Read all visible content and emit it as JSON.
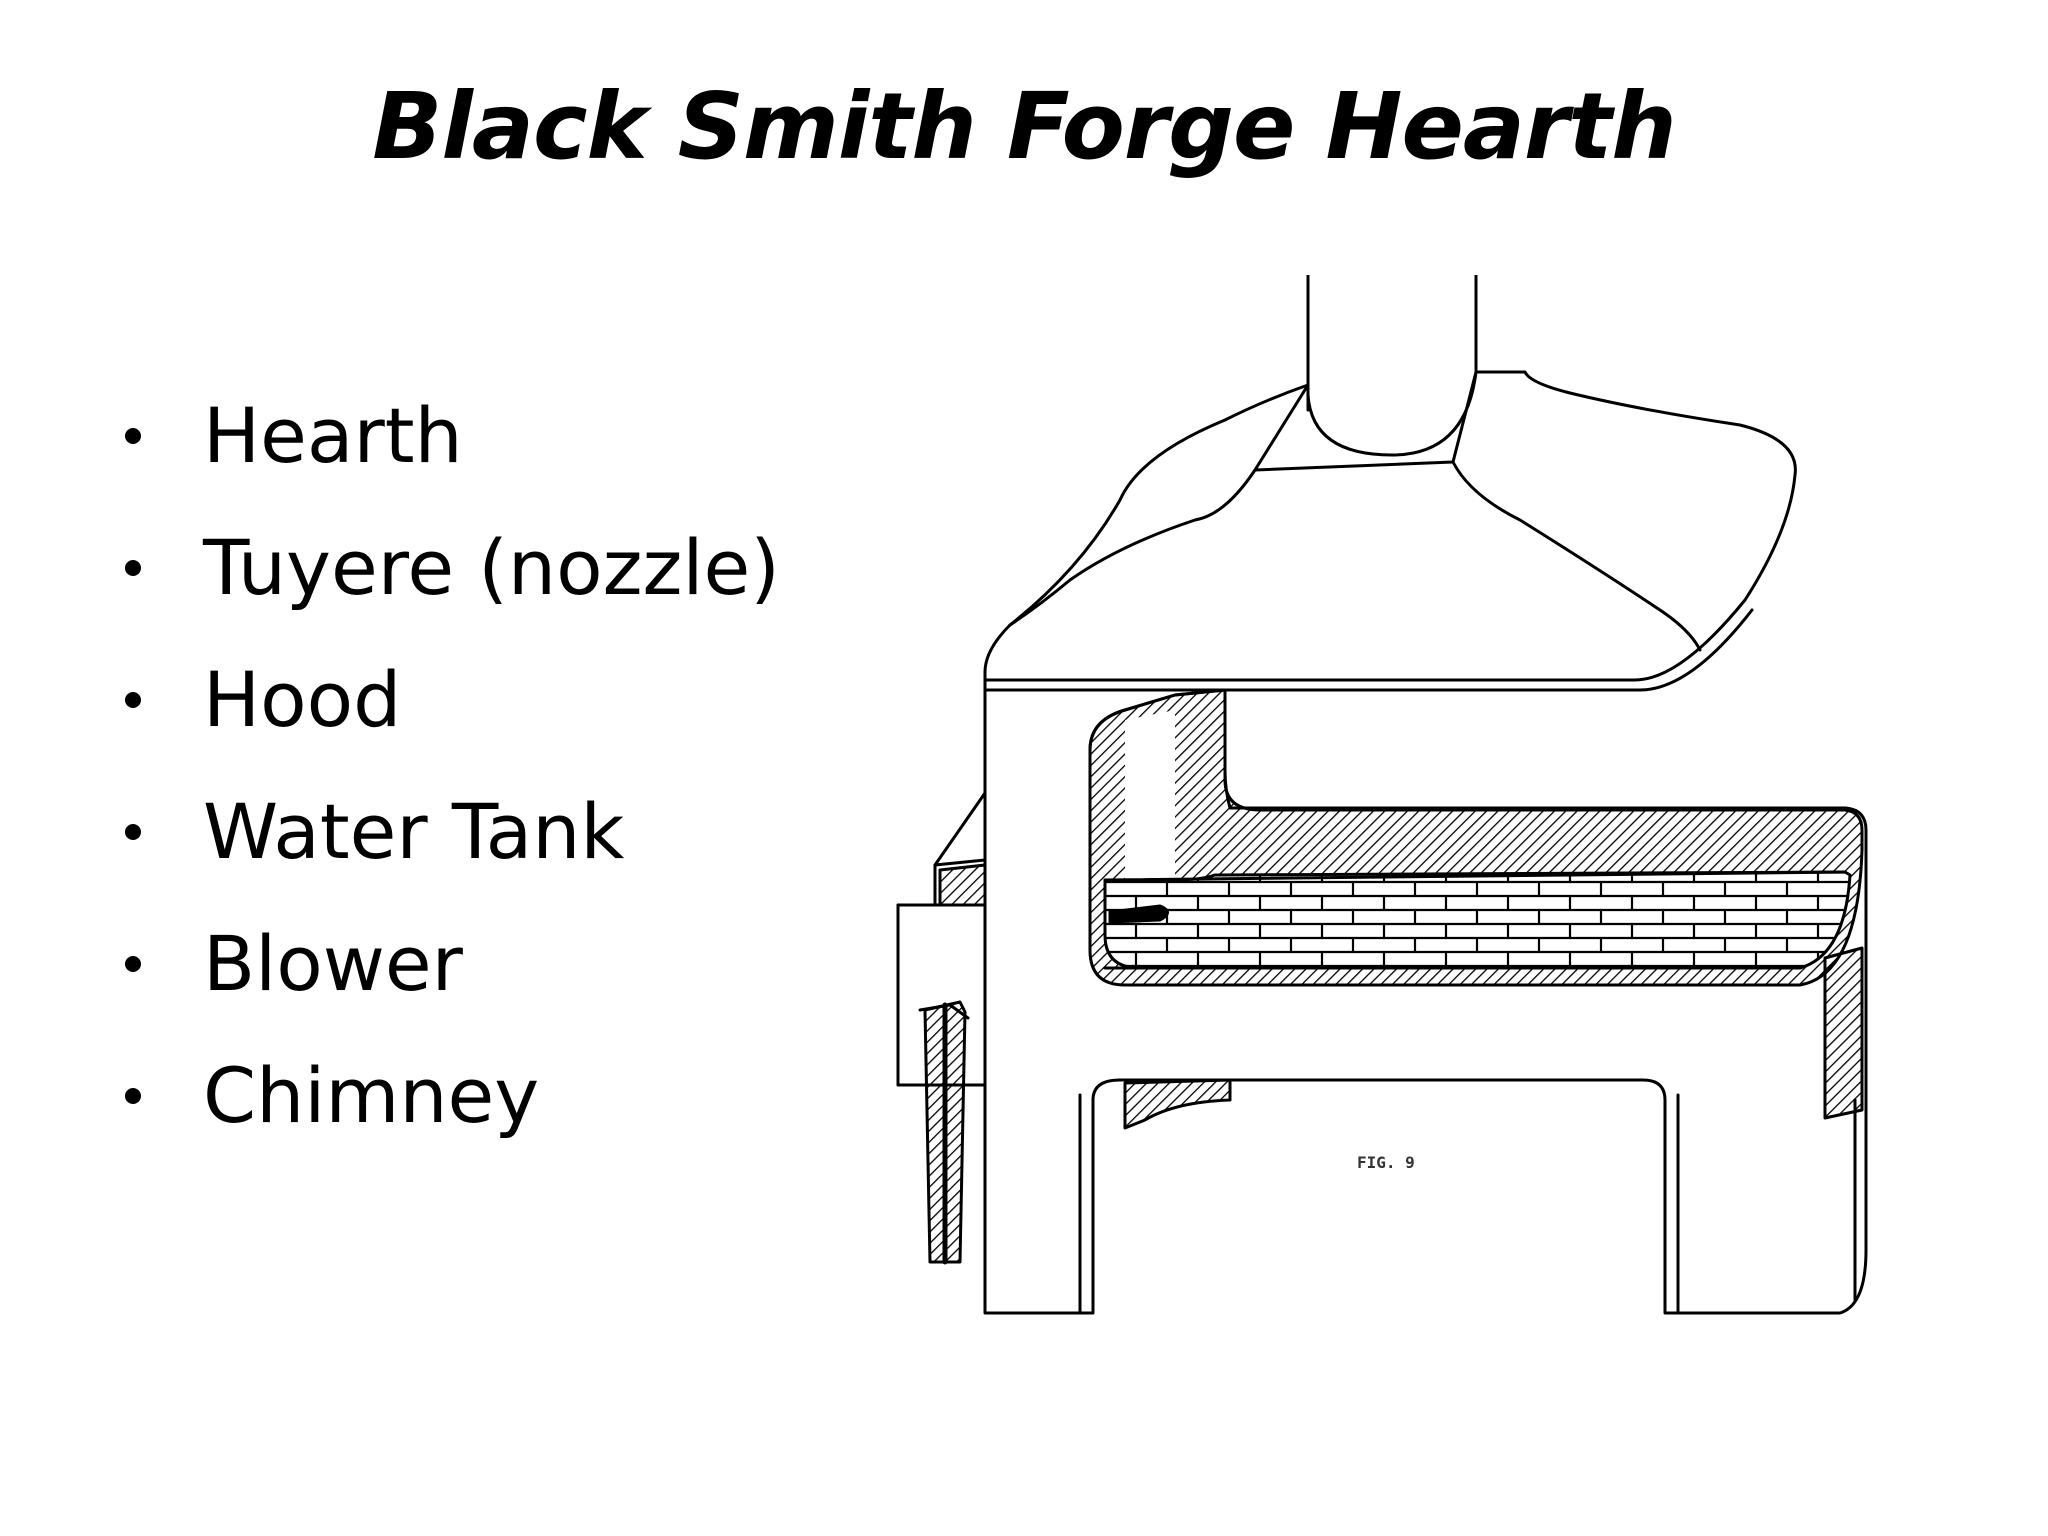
{
  "slide": {
    "title": "Black Smith Forge Hearth"
  },
  "bullets": [
    "Hearth",
    "Tuyere (nozzle)",
    "Hood",
    "Water Tank",
    "Blower",
    "Chimney"
  ],
  "figure": {
    "caption": "FIG. 9"
  },
  "colors": {
    "background": "#ffffff",
    "ink": "#000000"
  }
}
